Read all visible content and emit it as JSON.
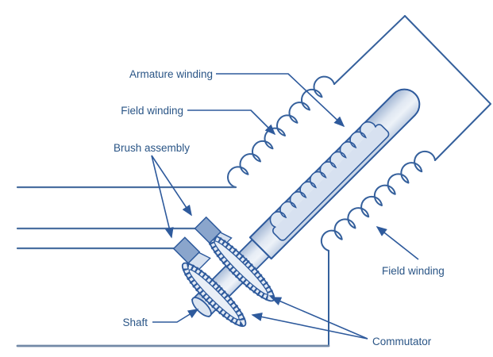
{
  "diagram": {
    "type": "motor-cutaway-diagram",
    "labels": {
      "armature_winding": "Armature winding",
      "field_winding_left": "Field winding",
      "brush_assembly": "Brush assembly",
      "shaft": "Shaft",
      "field_winding_right": "Field winding",
      "commutator": "Commutator"
    },
    "colors": {
      "outline_blue": "#2e5a9c",
      "label_text_blue": "#2a5586",
      "lead_wire_blue": "#4a6fa0",
      "bottom_wire_gray_blue": "#7289a6",
      "body_fill_light": "#dde6f2",
      "body_fill_shaded": "#a3b7d4",
      "brush_fill_steel_blue": "#8aa5cc",
      "ring_fill": "#e4ebf5",
      "background": "#ffffff"
    }
  }
}
